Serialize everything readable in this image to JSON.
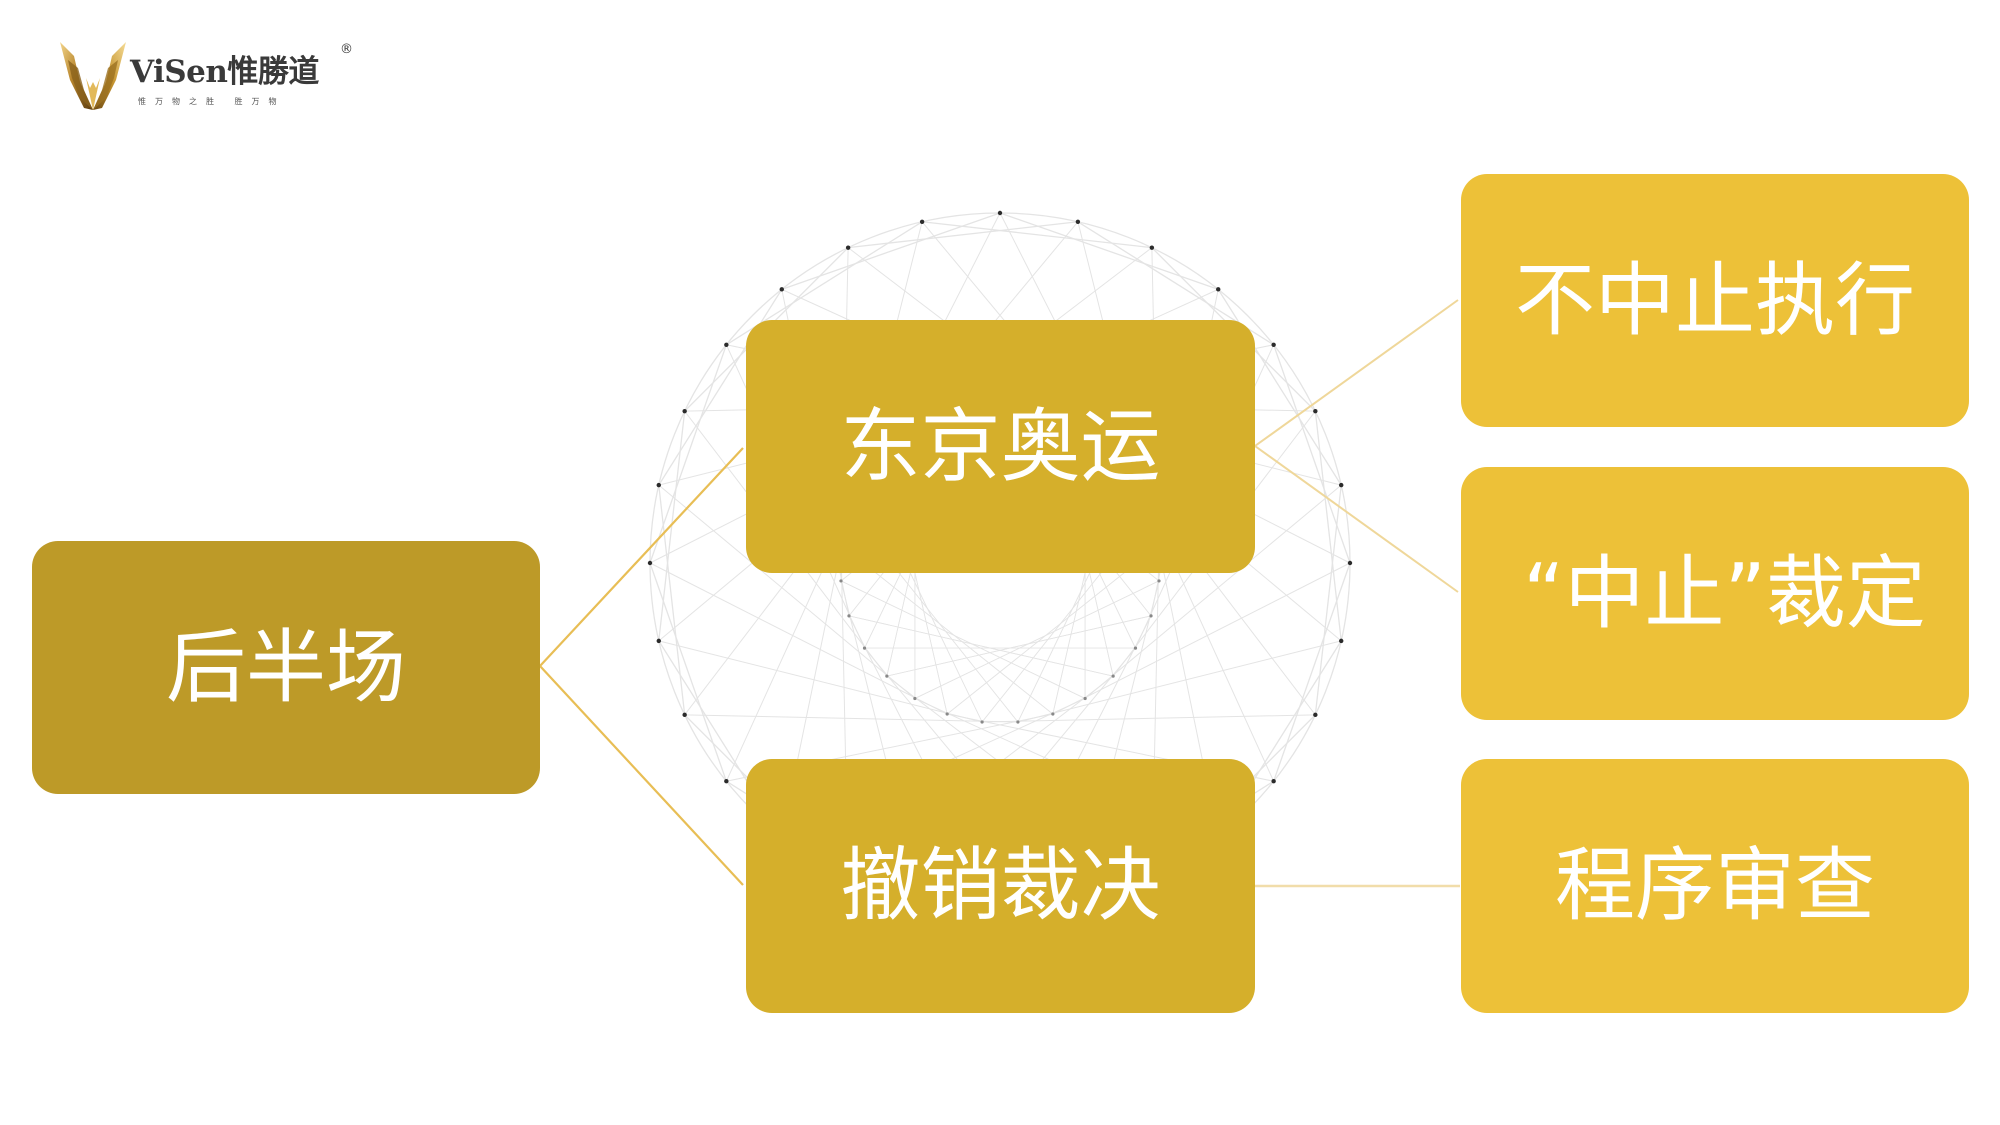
{
  "logo": {
    "wordmark": "ViSen惟勝道",
    "registered": "®",
    "tagline": "惟万物之胜 胜万物",
    "emblem_icon": "golden-v-wings-icon"
  },
  "colors": {
    "root": "#BD9A28",
    "level1": "#D5AF2B",
    "level2": "#EDC138",
    "connector_left": "#E8BE55",
    "connector_right": "#EFD79A",
    "ring_line": "#E6E6E6",
    "ring_dot": "#333333",
    "text": "#FFFFFF"
  },
  "diagram": {
    "root": {
      "label": "后半场"
    },
    "branches": [
      {
        "label": "东京奥运",
        "children": [
          {
            "label": "不中止执行"
          },
          {
            "label": "“中止”裁定"
          }
        ]
      },
      {
        "label": "撤销裁决",
        "children": [
          {
            "label": "程序审查"
          }
        ]
      }
    ]
  }
}
